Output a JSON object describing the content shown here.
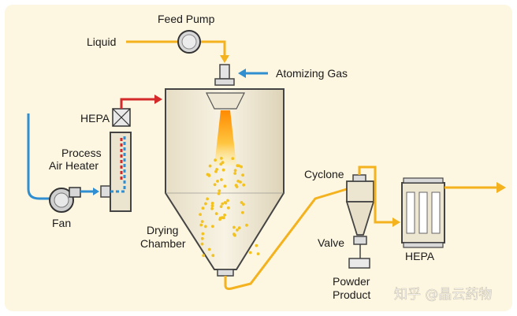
{
  "labels": {
    "feed_pump": "Feed Pump",
    "liquid": "Liquid",
    "atomizing_gas": "Atomizing Gas",
    "hepa_left": "HEPA",
    "process": "Process",
    "air_heater": "Air Heater",
    "fan": "Fan",
    "drying": "Drying",
    "chamber": "Chamber",
    "cyclone": "Cyclone",
    "valve": "Valve",
    "powder": "Powder",
    "product": "Product",
    "hepa_right": "HEPA"
  },
  "watermark": "知乎 @晶云药物",
  "colors": {
    "background": "#fdf6e0",
    "frame": "#ffffff",
    "liquid_line": "#f3b21e",
    "air_line": "#2f8fd0",
    "hot_air_line": "#d42a2a",
    "equipment_fill": "#f1ead6",
    "equipment_stroke": "#444444"
  }
}
